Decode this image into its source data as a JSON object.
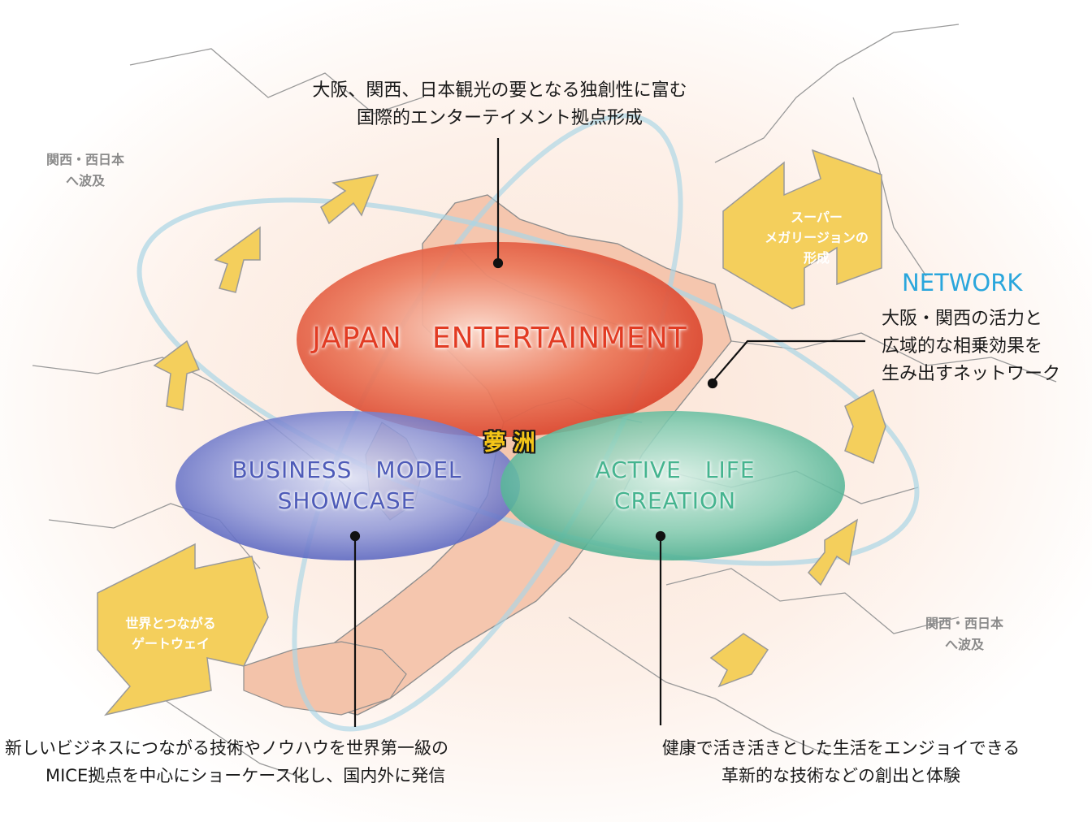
{
  "center_label": "夢 洲",
  "ellipses": {
    "top": {
      "label": "JAPAN　ENTERTAINMENT",
      "color": "#e8543a"
    },
    "left": {
      "label_lines": [
        "BUSINESS　MODEL",
        "SHOWCASE"
      ],
      "color": "#5868c4"
    },
    "right": {
      "label_lines": [
        "ACTIVE　LIFE",
        "CREATION"
      ],
      "color": "#4cb394"
    }
  },
  "callouts": {
    "top": [
      "大阪、関西、日本観光の要となる独創性に富む",
      "国際的エンターテイメント拠点形成"
    ],
    "bottom_left": [
      "新しいビジネスにつながる技術やノウハウを世界第一級の",
      "MICE拠点を中心にショーケース化し、国内外に発信"
    ],
    "bottom_right": [
      "健康で活き活きとした生活をエンジョイできる",
      "革新的な技術などの創出と体験"
    ],
    "network_title": "NETWORK",
    "network": [
      "大阪・関西の活力と",
      "広域的な相乗効果を",
      "生み出すネットワーク"
    ]
  },
  "side_labels": {
    "top_left": [
      "関西・西日本",
      "へ波及"
    ],
    "bottom_right": [
      "関西・西日本",
      "へ波及"
    ]
  },
  "arrow_labels": {
    "right": [
      "スーパー",
      "メガリージョンの",
      "形成"
    ],
    "left": [
      "世界とつながる",
      "ゲートウェイ"
    ]
  },
  "colors": {
    "arrow_fill": "#f4cf5c",
    "network_blue": "#2aa6dc",
    "orbit": "#9fd3e3",
    "land": "#f6c9b2",
    "center_text": "#f5c518"
  }
}
